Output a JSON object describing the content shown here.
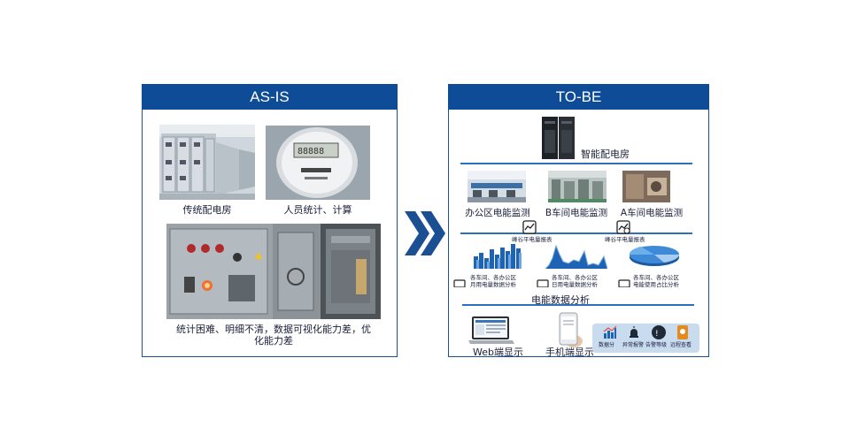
{
  "as_is": {
    "title": "AS-IS",
    "caption_switch_room": "传统配电房",
    "caption_meter": "人员统计、计算",
    "caption_problem": "统计困难、明细不清，数据可视化能力差，优化能力差",
    "meter_digits": "88888"
  },
  "to_be": {
    "title": "TO-BE",
    "smart_room": "智能配电房",
    "monitor_office": "办公区电能监测",
    "monitor_b": "B车间电能监测",
    "monitor_a": "A车间电能监测",
    "peak_valley_1": "峰谷平电量报表",
    "peak_valley_2": "峰谷平电量报表",
    "analysis_monthly": [
      "各车间、各办公区",
      "月用电量数据分析"
    ],
    "analysis_daily": [
      "各车间、各办公区",
      "日用电量数据分析"
    ],
    "analysis_share": [
      "各车间、各办公区",
      "电能使用占比分析"
    ],
    "data_analysis": "电能数据分析",
    "web_display": "Web端显示",
    "mobile_display": "手机端显示",
    "features": [
      "数据分",
      "异常报警",
      "告警等级",
      "远程查看"
    ]
  },
  "colors": {
    "header": "#0f4c97",
    "accent": "#2e6fb9",
    "arrow": "#1b4f94",
    "feature_bg": "#c9dbef"
  },
  "icons": [
    "double-chevron-right-icon",
    "server-cabinet-icon",
    "report-chart-icon",
    "monitor-icon",
    "laptop-icon",
    "smartphone-icon",
    "bar-chart-icon",
    "alarm-bell-icon",
    "alert-level-icon",
    "remote-view-icon"
  ]
}
